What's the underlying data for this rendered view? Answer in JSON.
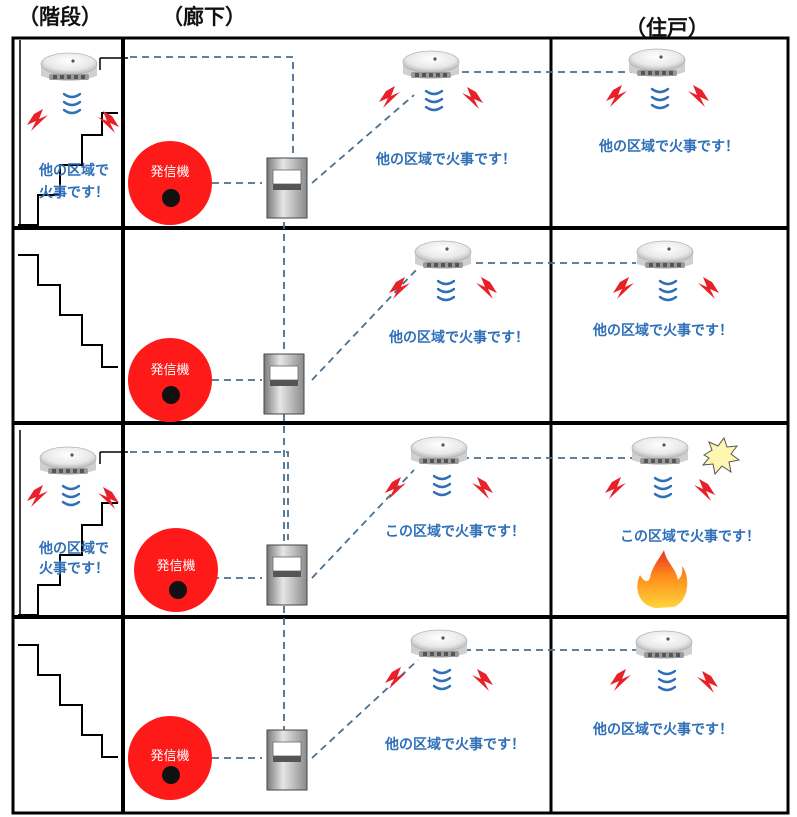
{
  "headers": {
    "stairs": "（階段）",
    "corridor": "（廊下）",
    "unit": "（住戸）"
  },
  "bell_label": "発信機",
  "floors": [
    {
      "stairs_message": [
        "他の区域で",
        "火事です！"
      ],
      "corridor_message": "他の区域で火事です！",
      "unit_message": "他の区域で火事です！"
    },
    {
      "stairs_message": null,
      "corridor_message": "他の区域で火事です！",
      "unit_message": "他の区域で火事です！"
    },
    {
      "stairs_message": [
        "他の区域で",
        "火事です！"
      ],
      "corridor_message": "この区域で火事です！",
      "unit_message": "この区域で火事です！"
    },
    {
      "stairs_message": null,
      "corridor_message": "他の区域で火事です！",
      "unit_message": "他の区域で火事です！"
    }
  ],
  "colors": {
    "alarm_text": "#2e6fb7",
    "bell": "#ff1a1a",
    "lightning": "#e8202a",
    "wiring": "#4a6f8f"
  }
}
